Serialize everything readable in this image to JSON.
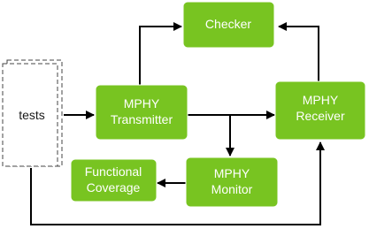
{
  "tests": {
    "label": "tests"
  },
  "checker": {
    "label": "Checker"
  },
  "transmitter": {
    "line1": "MPHY",
    "line2": "Transmitter"
  },
  "receiver": {
    "line1": "MPHY",
    "line2": "Receiver"
  },
  "monitor": {
    "line1": "MPHY",
    "line2": "Monitor"
  },
  "coverage": {
    "line1": "Functional",
    "line2": "Coverage"
  },
  "colors": {
    "block_fill": "#78c421",
    "block_text": "#ffffff",
    "line": "#000000",
    "tests_border": "#444444"
  }
}
